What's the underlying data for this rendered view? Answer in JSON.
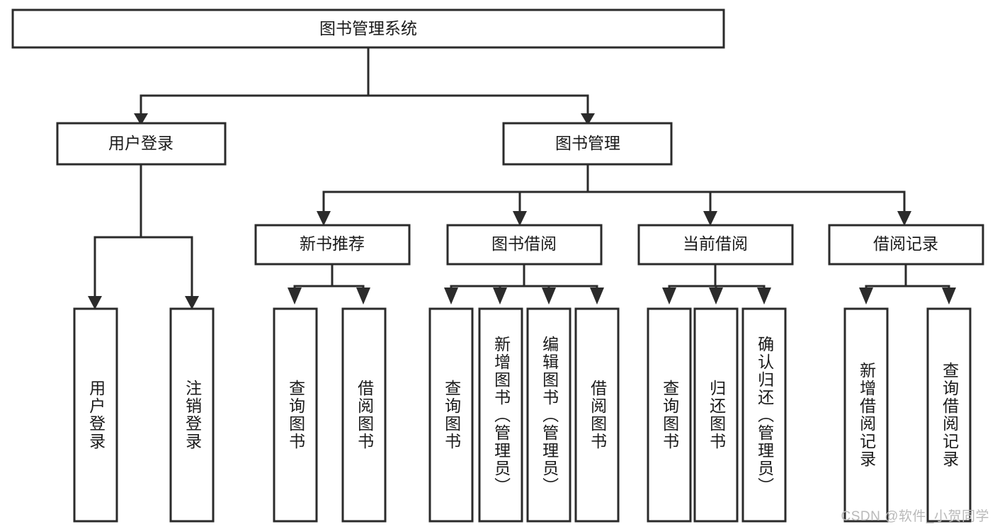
{
  "diagram": {
    "type": "tree",
    "title": "图书管理系统",
    "colors": {
      "stroke": "#2b2b2b",
      "box_fill": "#ffffff",
      "text": "#1a1a1a",
      "background": "#ffffff",
      "watermark": "#b9b9b9"
    },
    "root": {
      "label": "图书管理系统"
    },
    "level2": [
      {
        "label": "用户登录"
      },
      {
        "label": "图书管理"
      }
    ],
    "level3": [
      {
        "label": "新书推荐"
      },
      {
        "label": "图书借阅"
      },
      {
        "label": "当前借阅"
      },
      {
        "label": "借阅记录"
      }
    ],
    "leaves": {
      "user_login": [
        {
          "label": "用户登录"
        },
        {
          "label": "注销登录"
        }
      ],
      "new_book_recommend": [
        {
          "label": "查询图书"
        },
        {
          "label": "借阅图书"
        }
      ],
      "book_borrow": [
        {
          "label": "查询图书"
        },
        {
          "label": "新增图书（管理员）"
        },
        {
          "label": "编辑图书（管理员）"
        },
        {
          "label": "借阅图书"
        }
      ],
      "current_borrow": [
        {
          "label": "查询图书"
        },
        {
          "label": "归还图书"
        },
        {
          "label": "确认归还（管理员）"
        }
      ],
      "borrow_record": [
        {
          "label": "新增借阅记录"
        },
        {
          "label": "查询借阅记录"
        }
      ]
    },
    "watermark": "CSDN @软件_小贺同学"
  }
}
